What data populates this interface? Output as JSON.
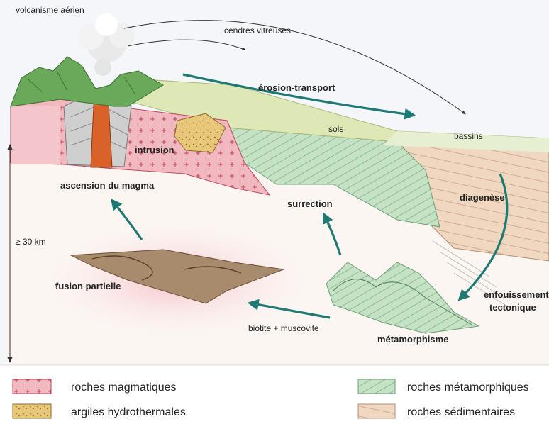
{
  "labels": {
    "volcanisme": "volcanisme aérien",
    "cendres": "cendres vitreuses",
    "erosion": "érosion-transport",
    "sols": "sols",
    "bassins": "bassins",
    "intrusion": "intrusion",
    "ascension": "ascension du magma",
    "surrection": "surrection",
    "diagenese": "diagenèse",
    "depth": "≥ 30 km",
    "fusion": "fusion partielle",
    "enfouissement_1": "enfouissement",
    "enfouissement_2": "tectonique",
    "biotite": "biotite + muscovite",
    "metamorphisme": "métamorphisme"
  },
  "legend": [
    {
      "label": "roches magmatiques",
      "swatch": "magmatic-swatch",
      "color": "#f2b8bf"
    },
    {
      "label": "argiles hydrothermales",
      "swatch": "clay-swatch",
      "color": "#e8c77a"
    },
    {
      "label": "roches métamorphiques",
      "swatch": "metamorphic-swatch",
      "color": "#c5e2c4"
    },
    {
      "label": "roches sédimentaires",
      "swatch": "sedimentary-swatch",
      "color": "#f0d7bf"
    }
  ],
  "colors": {
    "cycle_arrow": "#1f7a73",
    "magmatic": "#f2b8bf",
    "metamorphic": "#c5e2c4",
    "sedimentary": "#f0d7bf",
    "clay": "#e8c77a",
    "magma": "#d9622b"
  }
}
